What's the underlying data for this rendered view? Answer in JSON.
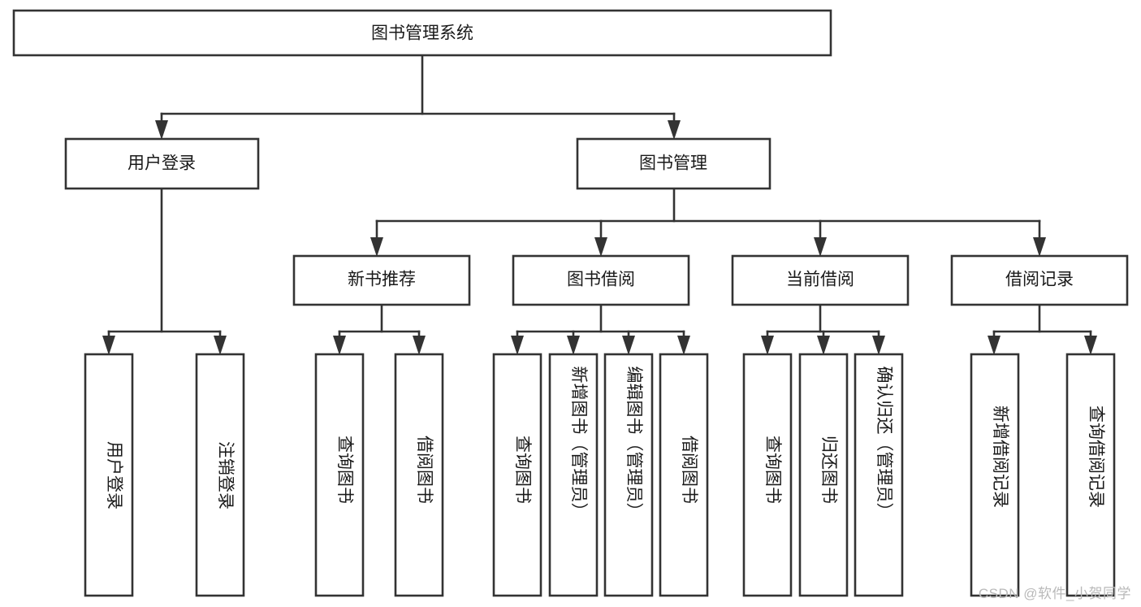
{
  "diagram": {
    "type": "tree-hierarchy-flowchart",
    "title": "图书管理系统",
    "watermark": "CSDN @软件_小贺同学",
    "colors": {
      "background": "#ffffff",
      "box_stroke": "#333333",
      "box_fill": "#ffffff",
      "text": "#1a1a1a",
      "watermark": "#b9b9b9"
    },
    "levels": [
      {
        "level": 1,
        "nodes": [
          {
            "id": "root",
            "label": "图书管理系统",
            "orientation": "horizontal"
          }
        ]
      },
      {
        "level": 2,
        "nodes": [
          {
            "id": "user-login",
            "label": "用户登录",
            "orientation": "horizontal",
            "parent": "root"
          },
          {
            "id": "book-manage",
            "label": "图书管理",
            "orientation": "horizontal",
            "parent": "root"
          }
        ]
      },
      {
        "level": 3,
        "nodes": [
          {
            "id": "new-book-rec",
            "label": "新书推荐",
            "orientation": "horizontal",
            "parent": "book-manage"
          },
          {
            "id": "book-borrow",
            "label": "图书借阅",
            "orientation": "horizontal",
            "parent": "book-manage"
          },
          {
            "id": "current-borrow",
            "label": "当前借阅",
            "orientation": "horizontal",
            "parent": "book-manage"
          },
          {
            "id": "borrow-record",
            "label": "借阅记录",
            "orientation": "horizontal",
            "parent": "book-manage"
          }
        ]
      },
      {
        "level": 4,
        "nodes": [
          {
            "id": "leaf-user-login",
            "label": "用户登录",
            "orientation": "vertical",
            "parent": "user-login"
          },
          {
            "id": "leaf-logout-login",
            "label": "注销登录",
            "orientation": "vertical",
            "parent": "user-login"
          },
          {
            "id": "leaf-query-book-1",
            "label": "查询图书",
            "orientation": "vertical",
            "parent": "new-book-rec"
          },
          {
            "id": "leaf-borrow-book-1",
            "label": "借阅图书",
            "orientation": "vertical",
            "parent": "new-book-rec"
          },
          {
            "id": "leaf-query-book-2",
            "label": "查询图书",
            "orientation": "vertical",
            "parent": "book-borrow"
          },
          {
            "id": "leaf-add-book",
            "label": "新增图书（管理员）",
            "orientation": "vertical",
            "parent": "book-borrow"
          },
          {
            "id": "leaf-edit-book",
            "label": "编辑图书（管理员）",
            "orientation": "vertical",
            "parent": "book-borrow"
          },
          {
            "id": "leaf-borrow-book-2",
            "label": "借阅图书",
            "orientation": "vertical",
            "parent": "book-borrow"
          },
          {
            "id": "leaf-query-book-3",
            "label": "查询图书",
            "orientation": "vertical",
            "parent": "current-borrow"
          },
          {
            "id": "leaf-return-book",
            "label": "归还图书",
            "orientation": "vertical",
            "parent": "current-borrow"
          },
          {
            "id": "leaf-confirm-return",
            "label": "确认归还（管理员）",
            "orientation": "vertical",
            "parent": "current-borrow"
          },
          {
            "id": "leaf-add-record",
            "label": "新增借阅记录",
            "orientation": "vertical",
            "parent": "borrow-record"
          },
          {
            "id": "leaf-query-record",
            "label": "查询借阅记录",
            "orientation": "vertical",
            "parent": "borrow-record"
          }
        ]
      }
    ]
  }
}
